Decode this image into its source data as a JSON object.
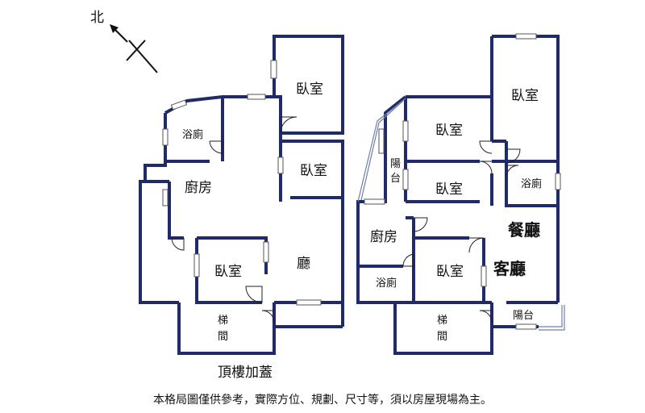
{
  "compass": {
    "label": "北",
    "icon": "north-arrow-icon"
  },
  "left_plan": {
    "rooms": {
      "bedroom_top": "臥室",
      "bath": "浴廁",
      "bedroom_mid": "臥室",
      "kitchen": "廚房",
      "bedroom_bottom": "臥室",
      "hall": "廳",
      "stair_1": "梯",
      "stair_2": "間"
    },
    "caption": "頂樓加蓋"
  },
  "right_plan": {
    "rooms": {
      "bedroom_far": "臥室",
      "bedroom_a": "臥室",
      "balcony_1": "陽",
      "balcony_2": "台",
      "bedroom_b": "臥室",
      "bath_right": "浴廁",
      "dining": "餐廳",
      "kitchen": "廚房",
      "living": "客廳",
      "bath_left": "浴廁",
      "bedroom_c": "臥室",
      "stair_1": "梯",
      "stair_2": "間",
      "balcony_bottom": "陽台"
    }
  },
  "disclaimer": "本格局圖僅供參考，實際方位、規劃、尺寸等，須以房屋現場為主。",
  "colors": {
    "wall": "#1f2a6b",
    "background": "#ffffff"
  }
}
